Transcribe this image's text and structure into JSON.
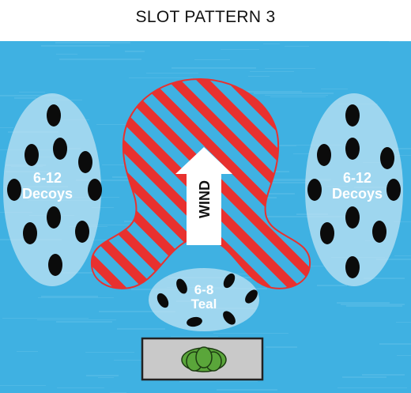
{
  "title": "SLOT PATTERN 3",
  "colors": {
    "water": "#3fb1e2",
    "water_streak": "#6dc6ec",
    "spread": "#bfe3f3",
    "decoy": "#0b0b0b",
    "hatch": "#e8312f",
    "blind": "#c9c9c9",
    "hunters": "#5aa63a"
  },
  "labels": {
    "left_count": "6-12",
    "left_name": "Decoys",
    "right_count": "6-12",
    "right_name": "Decoys",
    "teal_count": "6-8",
    "teal_name": "Teal",
    "wind": "WIND"
  },
  "icons": [
    "wind-arrow-icon",
    "decoy-icon",
    "hunter-blind-icon"
  ]
}
